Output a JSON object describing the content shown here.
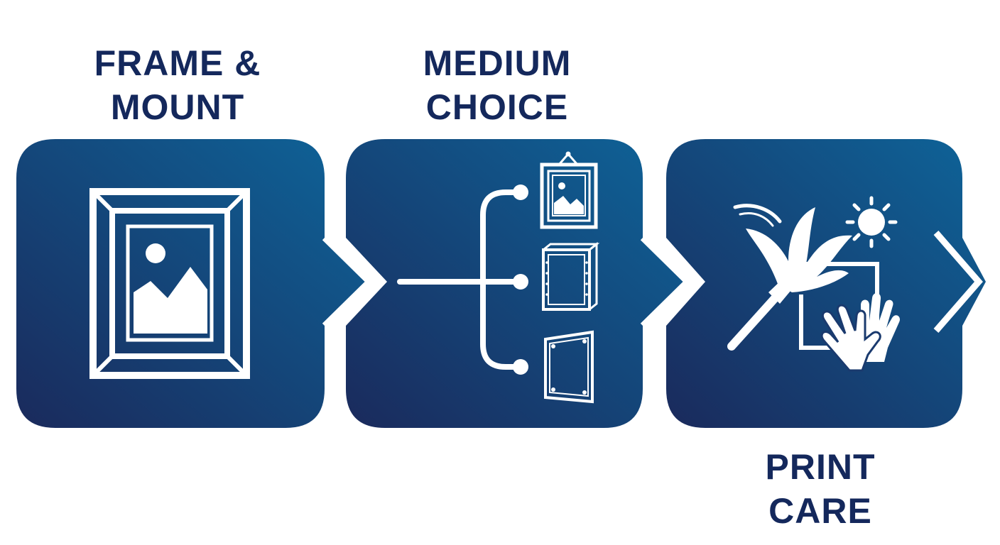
{
  "steps": [
    {
      "title_line1": "FRAME &",
      "title_line2": "MOUNT",
      "icon": "framed-picture-icon"
    },
    {
      "title_line1": "MEDIUM",
      "title_line2": "CHOICE",
      "icon": "branching-medium-options-icon"
    },
    {
      "title_line1": "PRINT",
      "title_line2": "CARE",
      "icon": "duster-gloves-sun-icon"
    }
  ],
  "colors": {
    "panel_dark": "#1a2a5c",
    "panel_light": "#0e6499",
    "title_text": "#14285c",
    "icon_stroke": "#ffffff"
  }
}
